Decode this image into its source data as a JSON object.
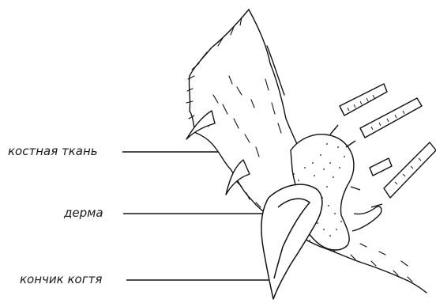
{
  "diagram": {
    "labels": {
      "bone_tissue": "костная ткань",
      "dermis": "дерма",
      "claw_tip": "кончик когтя"
    }
  }
}
